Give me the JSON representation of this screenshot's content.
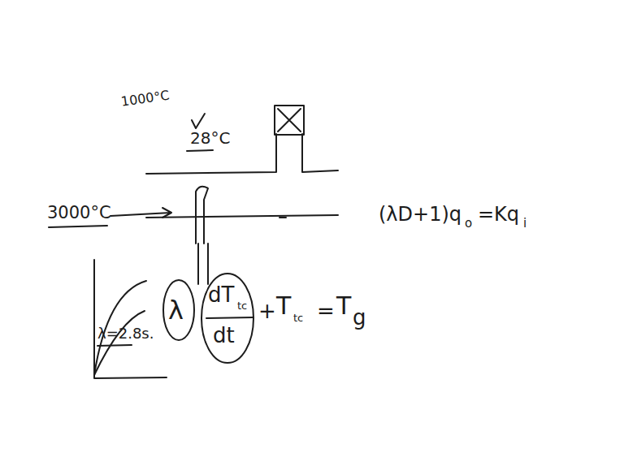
{
  "diagram": {
    "labels": [
      "1000°C",
      "28°C",
      "3000°C",
      "(λD+1)q",
      "o",
      "=Kq",
      "i",
      "λ=2.8s.",
      "λ",
      "dT",
      "tc",
      "dt",
      "+",
      "T",
      "tc",
      "=",
      "T",
      "g"
    ]
  }
}
